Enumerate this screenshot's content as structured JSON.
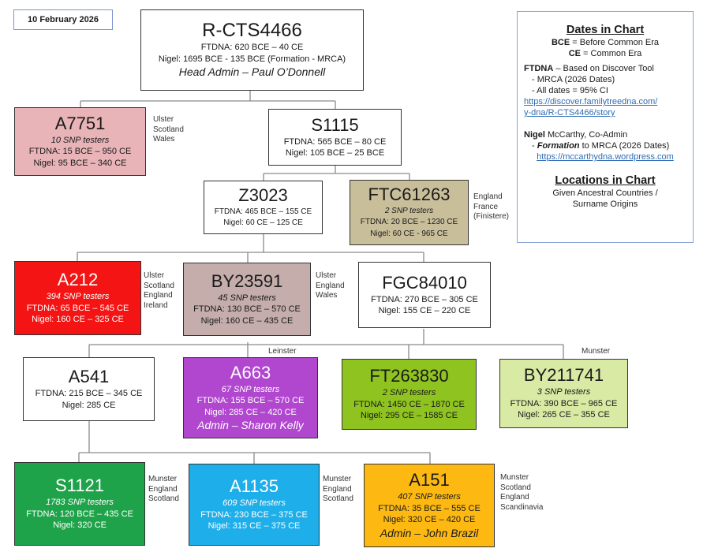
{
  "date_label": "10  February  2026",
  "legend": {
    "dates_heading": "Dates in Chart",
    "bce_abbr": "BCE",
    "bce_def": " = Before Common Era",
    "ce_abbr": "CE",
    "ce_def": " = Common Era",
    "ftdna_label": "FTDNA",
    "ftdna_desc": " – Based on Discover Tool",
    "ftdna_note1": "- MRCA  (2026 Dates)",
    "ftdna_note2": "- All dates = 95% CI",
    "ftdna_link_line1": "https://discover.familytreedna.com/",
    "ftdna_link_line2": "y-dna/R-CTS4466/story",
    "nigel_label": "Nigel",
    "nigel_desc": " McCarthy, Co-Admin",
    "nigel_note_prefix": "- ",
    "nigel_note_bold": "Formation",
    "nigel_note_rest": " to MRCA (2026 Dates)",
    "nigel_link": "https://mccarthydna.wordpress.com",
    "locations_heading": "Locations in Chart",
    "locations_line1": "Given Ancestral Countries /",
    "locations_line2": "Surname Origins"
  },
  "nodes": {
    "rcts4466": {
      "name": "R-CTS4466",
      "ftdna": "FTDNA:  620 BCE – 40 CE",
      "nigel": "Nigel:  1695 BCE - 135 BCE  (Formation - MRCA)",
      "admin": "Head Admin – Paul O’Donnell",
      "color": "#ffffff"
    },
    "a7751": {
      "name": "A7751",
      "testers": "10 SNP testers",
      "ftdna": "FTDNA:  15 BCE – 950 CE",
      "nigel": "Nigel:  95 BCE – 340 CE",
      "color": "#e8b4b8",
      "locations": [
        "Ulster",
        "Scotland",
        "Wales"
      ]
    },
    "s1115": {
      "name": "S1115",
      "ftdna": "FTDNA:  565 BCE – 80 CE",
      "nigel": "Nigel:  105 BCE – 25  BCE",
      "color": "#ffffff"
    },
    "z3023": {
      "name": "Z3023",
      "ftdna": "FTDNA:  465 BCE – 155 CE",
      "nigel": "Nigel:  60 CE – 125 CE",
      "color": "#ffffff"
    },
    "ftc61263": {
      "name": "FTC61263",
      "testers": "2 SNP testers",
      "ftdna": "FTDNA: 20 BCE – 1230 CE",
      "nigel": "Nigel:  60 CE - 965 CE",
      "color": "#c9be9a",
      "locations": [
        "England",
        "France",
        "(Finistere)"
      ]
    },
    "a212": {
      "name": "A212",
      "testers": "394 SNP testers",
      "ftdna": "FTDNA:   65 BCE – 545 CE",
      "nigel": "Nigel:  160 CE – 325 CE",
      "color": "#f41414",
      "locations": [
        "Ulster",
        "Scotland",
        "England",
        "Ireland"
      ]
    },
    "by23591": {
      "name": "BY23591",
      "testers": "45 SNP testers",
      "ftdna": "FTDNA:  130 BCE – 570 CE",
      "nigel": "Nigel: 160 CE – 435 CE",
      "color": "#c4adab",
      "locations": [
        "Ulster",
        "England",
        "Wales"
      ]
    },
    "fgc84010": {
      "name": "FGC84010",
      "ftdna": "FTDNA:  270 BCE – 305 CE",
      "nigel": "Nigel: 155 CE – 220 CE",
      "color": "#ffffff"
    },
    "a541": {
      "name": "A541",
      "ftdna": "FTDNA:  215 BCE – 345 CE",
      "nigel": "Nigel: 285 CE",
      "color": "#ffffff"
    },
    "a663": {
      "name": "A663",
      "testers": "67 SNP testers",
      "ftdna": "FTDNA:  155 BCE – 570 CE",
      "nigel": "Nigel:  285 CE – 420 CE",
      "admin": "Admin – Sharon Kelly",
      "color": "#b146cf",
      "locations": [
        "Leinster"
      ]
    },
    "ft263830": {
      "name": "FT263830",
      "testers": "2 SNP testers",
      "ftdna": "FTDNA:  1450 CE – 1870 CE",
      "nigel": "Nigel:  295 CE – 1585 CE",
      "color": "#8fc31f"
    },
    "by211741": {
      "name": "BY211741",
      "testers": "3 SNP testers",
      "ftdna": "FTDNA: 390 BCE – 965 CE",
      "nigel": "Nigel:  265 CE – 355 CE",
      "color": "#d9eaa4",
      "locations": [
        "Munster"
      ]
    },
    "s1121": {
      "name": "S1121",
      "testers": "1783 SNP testers",
      "ftdna": "FTDNA:  120 BCE – 435 CE",
      "nigel": "Nigel:  320 CE",
      "color": "#1fa34a",
      "locations": [
        "Munster",
        "England",
        "Scotland"
      ]
    },
    "a1135": {
      "name": "A1135",
      "testers": "609 SNP testers",
      "ftdna": "FTDNA:  230 BCE – 375 CE",
      "nigel": "Nigel:  315 CE – 375 CE",
      "color": "#1eaeea",
      "locations": [
        "Munster",
        "England",
        "Scotland"
      ]
    },
    "a151": {
      "name": "A151",
      "testers": "407 SNP testers",
      "ftdna": "FTDNA:  35 BCE – 555 CE",
      "nigel": "Nigel:  320 CE – 420 CE",
      "admin": "Admin – John Brazil",
      "color": "#fdb912",
      "locations": [
        "Munster",
        "Scotland",
        "England",
        "Scandinavia"
      ]
    }
  }
}
